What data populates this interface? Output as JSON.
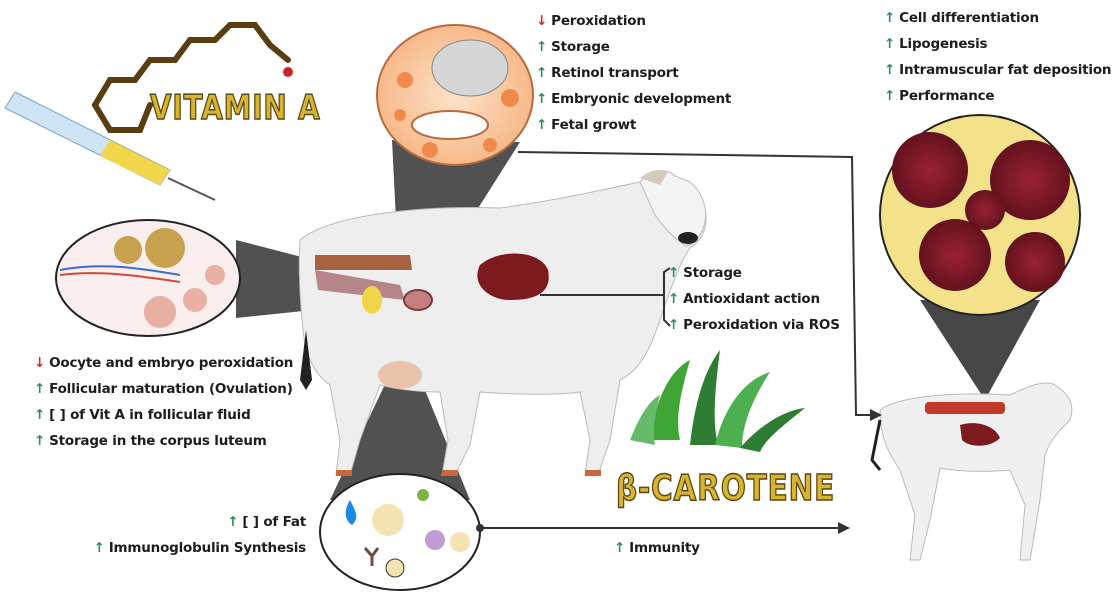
{
  "titles": {
    "vitamin_a": "VITAMIN A",
    "beta_carotene": "β-CAROTENE"
  },
  "colors": {
    "increase_arrow": "#2e8b57",
    "decrease_arrow": "#d62828",
    "title_gold": "#d9b430",
    "zoom_cone": "#3a3a3a"
  },
  "uterus_effects": [
    {
      "dir": "down",
      "text": "Peroxidation"
    },
    {
      "dir": "up",
      "text": "Storage"
    },
    {
      "dir": "up",
      "text": "Retinol transport"
    },
    {
      "dir": "up",
      "text": "Embryonic development"
    },
    {
      "dir": "up",
      "text": "Fetal growt"
    }
  ],
  "muscle_effects": [
    {
      "dir": "up",
      "text": "Cell differentiation"
    },
    {
      "dir": "up",
      "text": "Lipogenesis"
    },
    {
      "dir": "up",
      "text": "Intramuscular fat deposition"
    },
    {
      "dir": "up",
      "text": "Performance"
    }
  ],
  "liver_effects": [
    {
      "dir": "up",
      "text": "Storage"
    },
    {
      "dir": "up",
      "text": "Antioxidant action"
    },
    {
      "dir": "up",
      "text": "Peroxidation via ROS"
    }
  ],
  "ovary_effects": [
    {
      "dir": "down",
      "text": "Oocyte and embryo peroxidation"
    },
    {
      "dir": "up",
      "text": "Follicular maturation (Ovulation)"
    },
    {
      "dir": "up",
      "text": "[ ] of Vit A in follicular fluid"
    },
    {
      "dir": "up",
      "text": "Storage in the corpus luteum"
    }
  ],
  "colostrum_effects": [
    {
      "dir": "up",
      "text": "[ ] of Fat"
    },
    {
      "dir": "up",
      "text": "Immunoglobulin Synthesis"
    }
  ],
  "calf_effect": {
    "dir": "up",
    "text": "Immunity"
  },
  "icons": {
    "up": "↑",
    "down": "↓"
  }
}
